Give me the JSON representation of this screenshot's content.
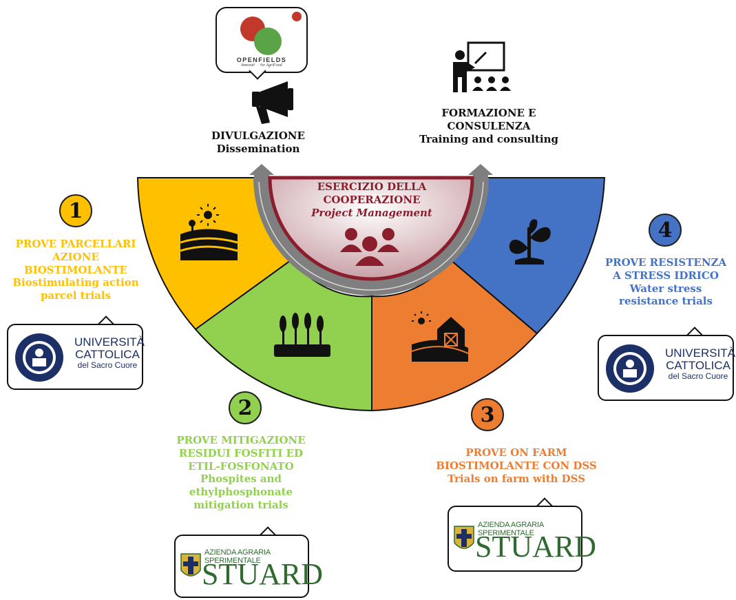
{
  "center": {
    "title_line1": "ESERCIZIO DELLA",
    "title_line2": "COOPERAZIONE",
    "subtitle": "Project Management"
  },
  "top_left": {
    "line1": "DIVULGAZIONE",
    "line2": "Dissemination",
    "logo_name": "OPENFIELDS",
    "logo_tagline": "Innovation for AgriFood"
  },
  "top_right": {
    "line1": "FORMAZIONE E",
    "line2": "CONSULENZA",
    "line3": "Training and consulting"
  },
  "item1": {
    "number": "1",
    "line1": "PROVE PARCELLARI",
    "line2": "AZIONE",
    "line3": "BIOSTIMOLANTE",
    "line4": "Biostimulating action",
    "line5": "parcel trials",
    "color": "#FFC000"
  },
  "item2": {
    "number": "2",
    "line1": "PROVE MITIGAZIONE",
    "line2": "RESIDUI FOSFITI ED",
    "line3": "ETIL-FOSFONATO",
    "line4": "Phospites and",
    "line5": "ethylphosphonate",
    "line6": "mitigation trials",
    "color": "#92D050"
  },
  "item3": {
    "number": "3",
    "line1": "PROVE ON FARM",
    "line2": "BIOSTIMOLANTE CON DSS",
    "line3": "Trials on farm with DSS",
    "color": "#ED7D31"
  },
  "item4": {
    "number": "4",
    "line1": "PROVE RESISTENZA",
    "line2": "A STRESS IDRICO",
    "line3": "Water stress",
    "line4": "resistance trials",
    "color": "#4472C4"
  },
  "ucsc_logo": {
    "line1": "UNIVERSITÀ",
    "line2": "CATTOLICA",
    "line3": "del Sacro Cuore"
  },
  "stuard_logo": {
    "small": "AZIENDA AGRARIA SPERIMENTALE",
    "big": "STUARD"
  },
  "colors": {
    "center_border": "#8B1E2D",
    "ring": "#7F7F7F",
    "text_dark": "#111111"
  }
}
